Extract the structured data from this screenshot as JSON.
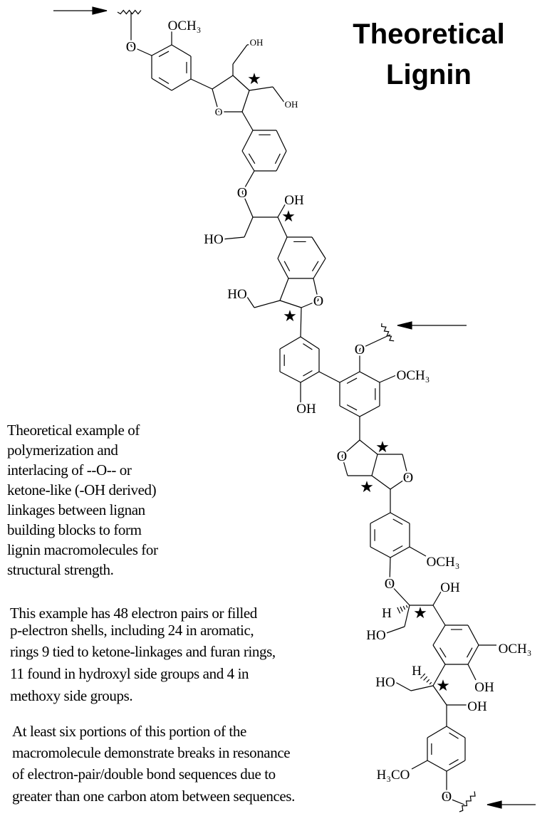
{
  "title": {
    "line1": "Theoretical",
    "line2": "Lignin"
  },
  "paragraphs": [
    {
      "lines": [
        "Theoretical example of",
        "polymerization and",
        "interlacing of --O-- or",
        "ketone-like (-OH derived)",
        "linkages between lignan",
        "building blocks to form",
        "lignin macromolecules for",
        "structural strength."
      ]
    },
    {
      "lines": [
        "This example has 48 electron pairs or filled",
        "p-electron shells, including 24 in aromatic,",
        "rings 9 tied to ketone-linkages and furan rings,",
        "11 found in hydroxyl side groups and 4 in",
        "methoxy side groups."
      ]
    },
    {
      "lines": [
        "At least six portions of this portion of the",
        "macromolecule demonstrate breaks in resonance",
        "of electron-pair/double bond sequences due to",
        "greater than one carbon atom between sequences."
      ]
    }
  ],
  "atom_labels": [
    "OCH₃",
    "O",
    "OH",
    "OH",
    "O",
    "O",
    "OH",
    "HO",
    "HO",
    "O",
    "O",
    "OCH₃",
    "OH",
    "O",
    "O",
    "OCH₃",
    "O",
    "OH",
    "H",
    "HO",
    "OCH₃",
    "H",
    "HO",
    "OH",
    "OH",
    "H₃CO",
    "O"
  ],
  "star_glyph": "★",
  "star_count": 7,
  "colors": {
    "ink": "#000000",
    "background": "#ffffff"
  }
}
